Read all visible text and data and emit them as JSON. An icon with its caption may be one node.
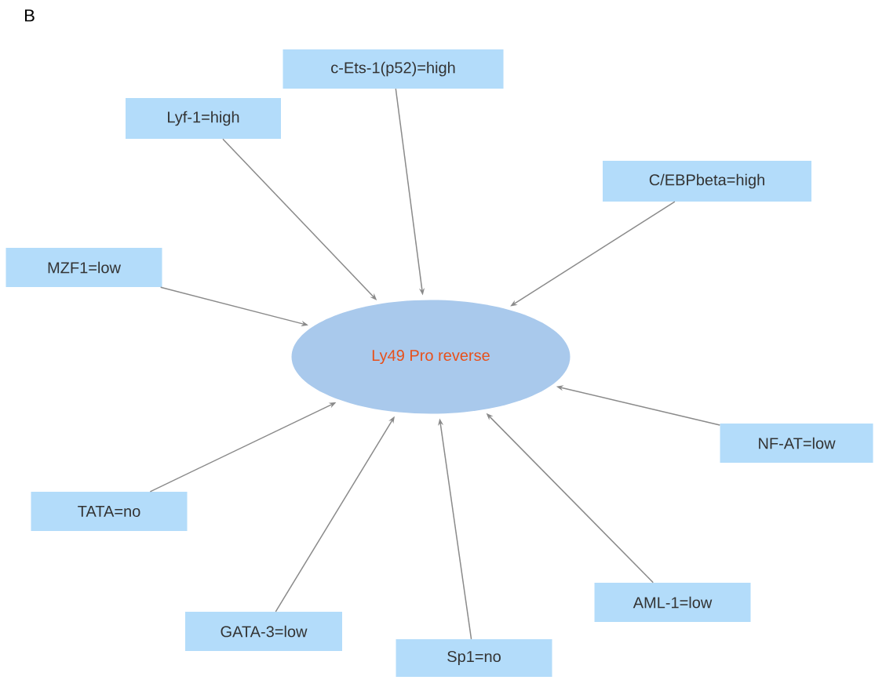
{
  "diagram": {
    "nodes": [
      {
        "text": [
          "Ly49 Pro reverse"
        ]
      },
      {
        "text": [
          "c-Ets-1(p52)=high"
        ]
      },
      {
        "text": [
          "Lyf-1=high"
        ]
      },
      {
        "text": [
          "C/EBPbeta=high"
        ]
      },
      {
        "text": [
          "MZF1=low"
        ]
      },
      {
        "text": [
          "NF-AT=low"
        ]
      },
      {
        "text": [
          "TATA=no"
        ]
      },
      {
        "text": [
          "AML-1=low"
        ]
      },
      {
        "text": [
          "GATA-3=low"
        ]
      },
      {
        "text": [
          "Sp1=no"
        ]
      }
    ],
    "edges": [
      {
        "from": 1,
        "to": 0,
        "arrow": "to"
      },
      {
        "from": 2,
        "to": 0,
        "arrow": "to"
      },
      {
        "from": 3,
        "to": 0,
        "arrow": "to"
      },
      {
        "from": 4,
        "to": 0,
        "arrow": "to"
      },
      {
        "from": 5,
        "to": 0,
        "arrow": "to"
      },
      {
        "from": 6,
        "to": 0,
        "arrow": "to"
      },
      {
        "from": 7,
        "to": 0,
        "arrow": "to"
      },
      {
        "from": 8,
        "to": 0,
        "arrow": "to"
      },
      {
        "from": 9,
        "to": 0,
        "arrow": "to"
      }
    ],
    "labels": [
      "B"
    ]
  }
}
